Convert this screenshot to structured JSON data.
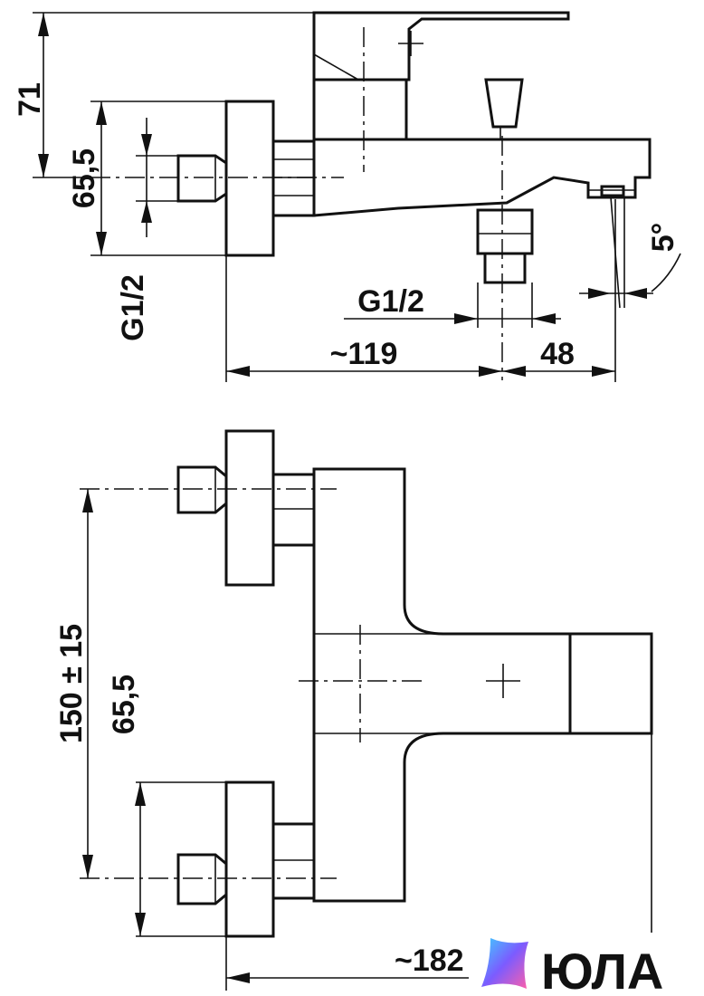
{
  "drawing": {
    "side_view": {
      "dim_height_total": "71",
      "dim_inlet_spacing": "65,5",
      "dim_inlet_thread": "G1/2",
      "dim_outlet_thread": "G1/2",
      "dim_depth": "~119",
      "dim_spout_offset": "48",
      "dim_angle": "5°"
    },
    "front_view": {
      "dim_centers": "150 ± 15",
      "dim_inlet_spacing": "65,5",
      "dim_length": "~182"
    }
  },
  "watermark": {
    "brand": "ЮЛА",
    "logo_colors": [
      "#3fd0ff",
      "#7b5cff",
      "#ff5fa8"
    ]
  }
}
